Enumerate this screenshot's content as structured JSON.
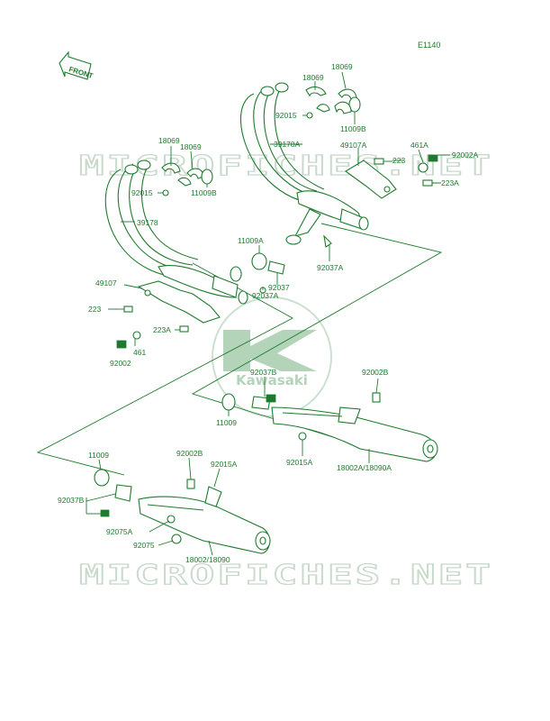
{
  "page": {
    "code": "E1140"
  },
  "front_label": "FRONT",
  "watermark": {
    "text": "MICROFICHES.NET",
    "logo_text": "Kawasaki"
  },
  "part_labels": {
    "p1": "18069",
    "p2": "18069",
    "p3": "92015",
    "p4": "11009B",
    "p5": "39178A",
    "p6": "49107A",
    "p7": "461A",
    "p8": "92002A",
    "p9": "223",
    "p10": "223A",
    "p11": "92037A",
    "p12": "18069",
    "p13": "18069",
    "p14": "92015",
    "p15": "11009B",
    "p16": "39178",
    "p17": "11009A",
    "p18": "92037",
    "p19": "92037A",
    "p20": "49107",
    "p21": "223",
    "p22": "223A",
    "p23": "461",
    "p24": "92002",
    "p25": "92037B",
    "p26": "92002B",
    "p27": "11009",
    "p28": "92015A",
    "p29": "18002A/18090A",
    "p30": "11009",
    "p31": "92002B",
    "p32": "92015A",
    "p33": "92037B",
    "p34": "92075A",
    "p35": "92075",
    "p36": "18002/18090"
  },
  "colors": {
    "line": "#1e7a2e",
    "watermark": "#c9d9cb",
    "logo": "#3e9a4e"
  }
}
